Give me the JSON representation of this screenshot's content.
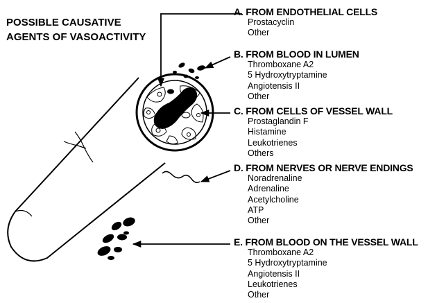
{
  "title": {
    "line1": "POSSIBLE CAUSATIVE",
    "line2": "AGENTS OF VASOACTIVITY"
  },
  "groups": [
    {
      "id": "a",
      "heading": "A. FROM ENDOTHELIAL CELLS",
      "items": [
        "Prostacyclin",
        "Other"
      ]
    },
    {
      "id": "b",
      "heading": "B. FROM BLOOD IN LUMEN",
      "items": [
        "Thromboxane A2",
        "5 Hydroxytryptamine",
        "Angiotensis II",
        "Other"
      ]
    },
    {
      "id": "c",
      "heading": "C. FROM CELLS OF VESSEL WALL",
      "items": [
        "Prostaglandin F",
        "Histamine",
        "Leukotrienes",
        "Others"
      ]
    },
    {
      "id": "d",
      "heading": "D. FROM NERVES OR NERVE ENDINGS",
      "items": [
        "Noradrenaline",
        "Adrenaline",
        "Acetylcholine",
        "ATP",
        "Other"
      ]
    },
    {
      "id": "e",
      "heading": "E. FROM BLOOD ON THE VESSEL WALL",
      "items": [
        "Thromboxane A2",
        "5 Hydroxytryptamine",
        "Angiotensis II",
        "Leukotrienes",
        "Other"
      ]
    }
  ]
}
